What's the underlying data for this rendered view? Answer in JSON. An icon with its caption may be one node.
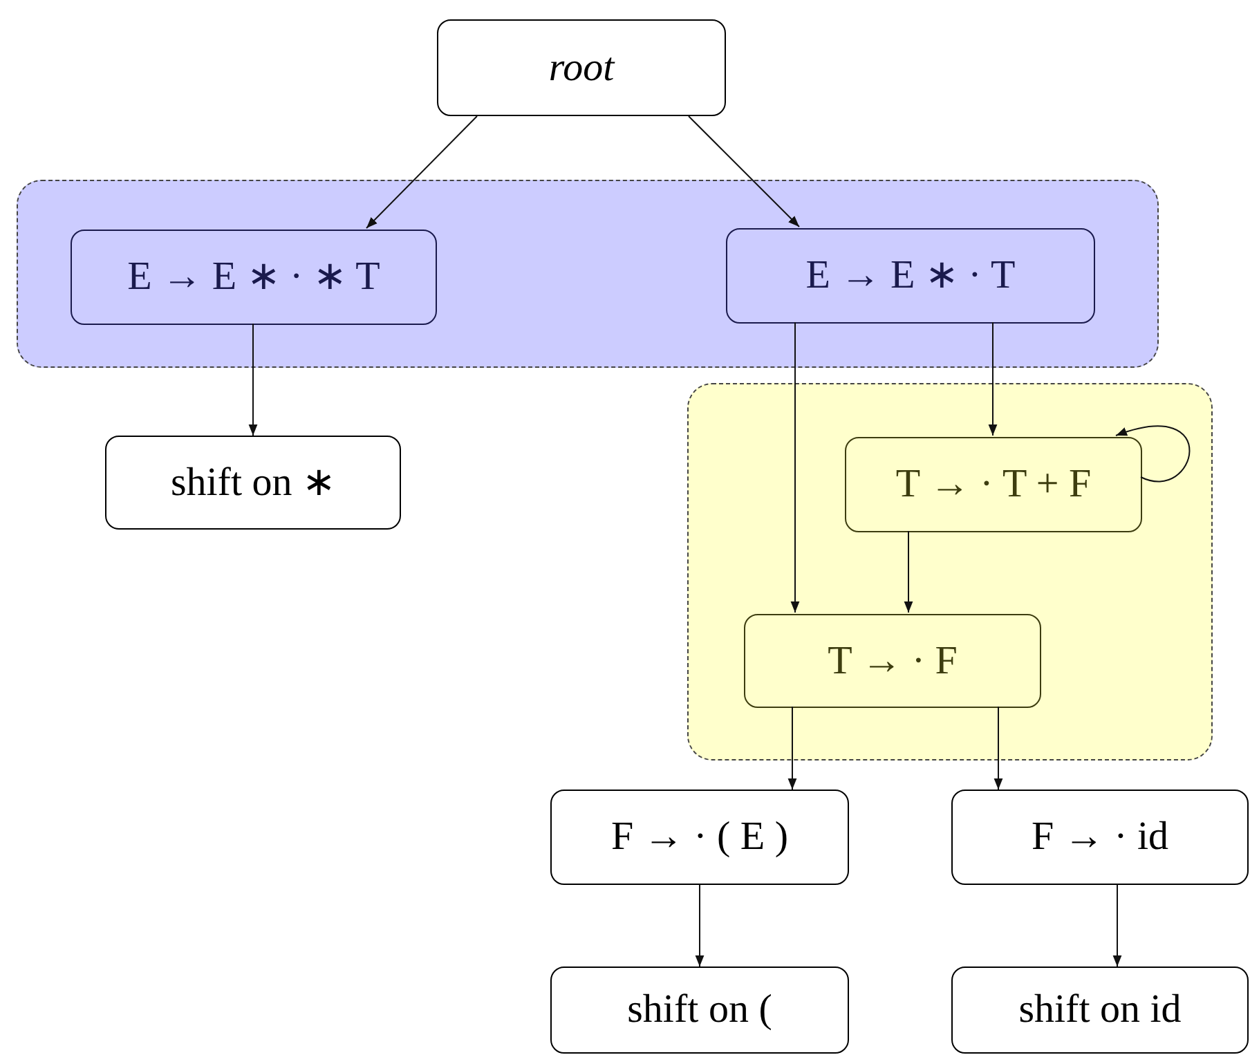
{
  "diagram": {
    "nodes": [
      {
        "text": [
          "root"
        ]
      },
      {
        "text": [],
        "shape": "box"
      },
      {
        "text": [
          "E → E ∗ · ∗ T"
        ],
        "in": 1
      },
      {
        "text": [
          "E → E ∗ · T"
        ],
        "in": 1
      },
      {
        "text": [
          "shift on ∗"
        ]
      },
      {
        "text": [],
        "shape": "box"
      },
      {
        "text": [
          "T → · T + F"
        ],
        "in": 5
      },
      {
        "text": [
          "T → · F"
        ],
        "in": 5
      },
      {
        "text": [
          "F → · ( E )"
        ]
      },
      {
        "text": [
          "F → · id"
        ]
      },
      {
        "text": [
          "shift on ("
        ]
      },
      {
        "text": [
          "shift on id"
        ]
      }
    ],
    "edges": [
      {
        "from": 0,
        "to": 2,
        "arrow": "to"
      },
      {
        "from": 0,
        "to": 3,
        "arrow": "to"
      },
      {
        "from": 2,
        "to": 4,
        "arrow": "to"
      },
      {
        "from": 3,
        "to": 7,
        "arrow": "to"
      },
      {
        "from": 3,
        "to": 6,
        "arrow": "to"
      },
      {
        "from": 6,
        "to": 6,
        "arrow": "to"
      },
      {
        "from": 6,
        "to": 7,
        "arrow": "to"
      },
      {
        "from": 7,
        "to": 8,
        "arrow": "to"
      },
      {
        "from": 7,
        "to": 9,
        "arrow": "to"
      },
      {
        "from": 8,
        "to": 10,
        "arrow": "to"
      },
      {
        "from": 9,
        "to": 11,
        "arrow": "to"
      }
    ]
  }
}
